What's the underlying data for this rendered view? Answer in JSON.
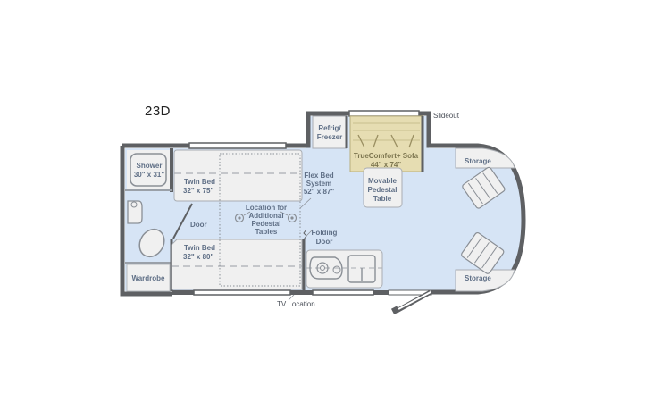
{
  "model": "23D",
  "colors": {
    "wall": "#5e6063",
    "floor": "#d6e4f5",
    "furniture": "#f0f0f0",
    "furniture_stroke": "#a9adb2",
    "sofa": "#e6ddb2",
    "label": "#5f6f86"
  },
  "labels": {
    "shower": [
      "Shower",
      "30\" x 31\""
    ],
    "twin_bed_top": [
      "Twin Bed",
      "32\" x 75\""
    ],
    "twin_bed_bottom": [
      "Twin Bed",
      "32\" x 80\""
    ],
    "door": "Door",
    "wardrobe": "Wardrobe",
    "location_tables": [
      "Location for",
      "Additional",
      "Pedestal",
      "Tables"
    ],
    "flex_bed": [
      "Flex Bed",
      "System",
      "52\" x 87\""
    ],
    "refrig": [
      "Refrig/",
      "Freezer"
    ],
    "sofa": [
      "TrueComfort+ Sofa",
      "44\" x 74\""
    ],
    "pedestal_table": [
      "Movable",
      "Pedestal",
      "Table"
    ],
    "folding_door": [
      "Folding",
      "Door"
    ],
    "storage_top": "Storage",
    "storage_bottom": "Storage"
  },
  "callouts": {
    "slideout": "Slideout",
    "tv_location": "TV Location"
  }
}
